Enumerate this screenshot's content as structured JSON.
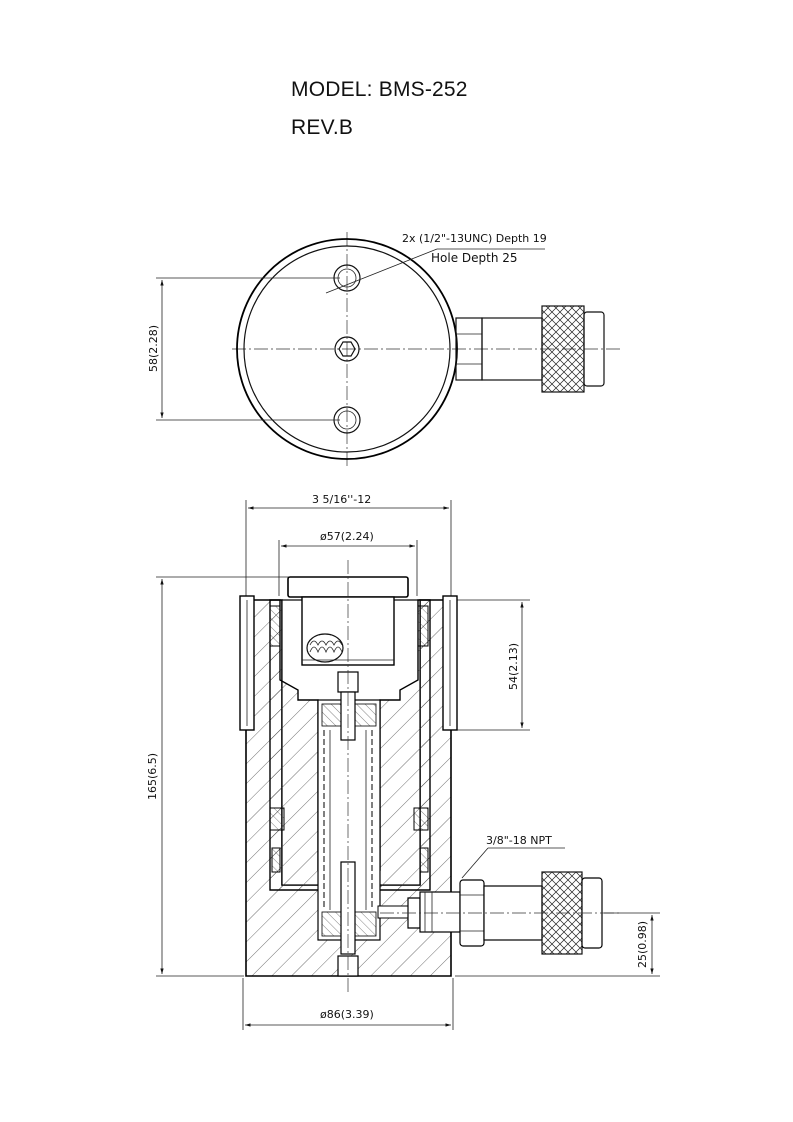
{
  "header": {
    "model": "MODEL: BMS-252",
    "revision": "REV.B"
  },
  "top_view": {
    "thread_note": "2x (1/2\"-13UNC) Depth 19",
    "hole_depth_note": "Hole Depth 25",
    "hole_spacing_dim": "58(2.28)"
  },
  "section_view": {
    "mount_thread_dim": "3 5/16''-12",
    "plunger_dia_dim": "ø57(2.24)",
    "overall_height_dim": "165(6.5)",
    "collar_height_dim": "54(2.13)",
    "port_thread_note": "3/8\"-18 NPT",
    "port_height_dim": "25(0.98)",
    "body_dia_dim": "ø86(3.39)"
  }
}
